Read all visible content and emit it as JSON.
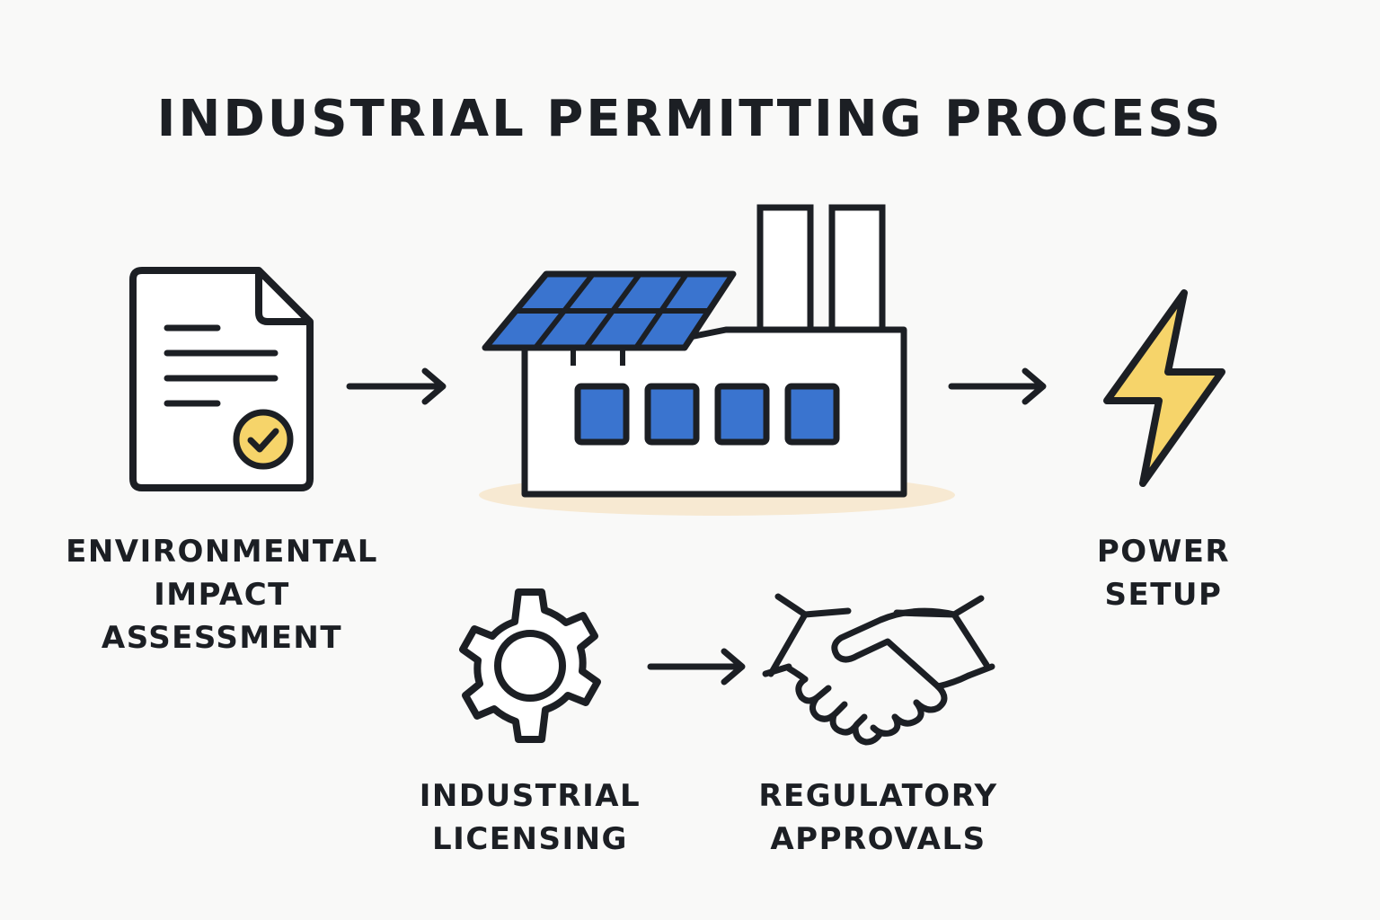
{
  "title": "INDUSTRIAL PERMITTING PROCESS",
  "steps": [
    {
      "id": "eia",
      "lines": [
        "ENVIRONMENTAL",
        "IMPACT",
        "ASSESSMENT"
      ],
      "icon": "document-check-icon"
    },
    {
      "id": "factory",
      "icon": "solar-factory-icon"
    },
    {
      "id": "power",
      "lines": [
        "POWER",
        "SETUP"
      ],
      "icon": "lightning-bolt-icon"
    },
    {
      "id": "licensing",
      "lines": [
        "INDUSTRIAL",
        "LICENSING"
      ],
      "icon": "gear-icon"
    },
    {
      "id": "approvals",
      "lines": [
        "REGULATORY",
        "APPROVALS"
      ],
      "icon": "handshake-icon"
    }
  ],
  "colors": {
    "ink": "#1c1f24",
    "blue": "#3a74cf",
    "yellow": "#f6d46a",
    "shadow": "#f7e9d2",
    "background": "#f9f9f8"
  }
}
